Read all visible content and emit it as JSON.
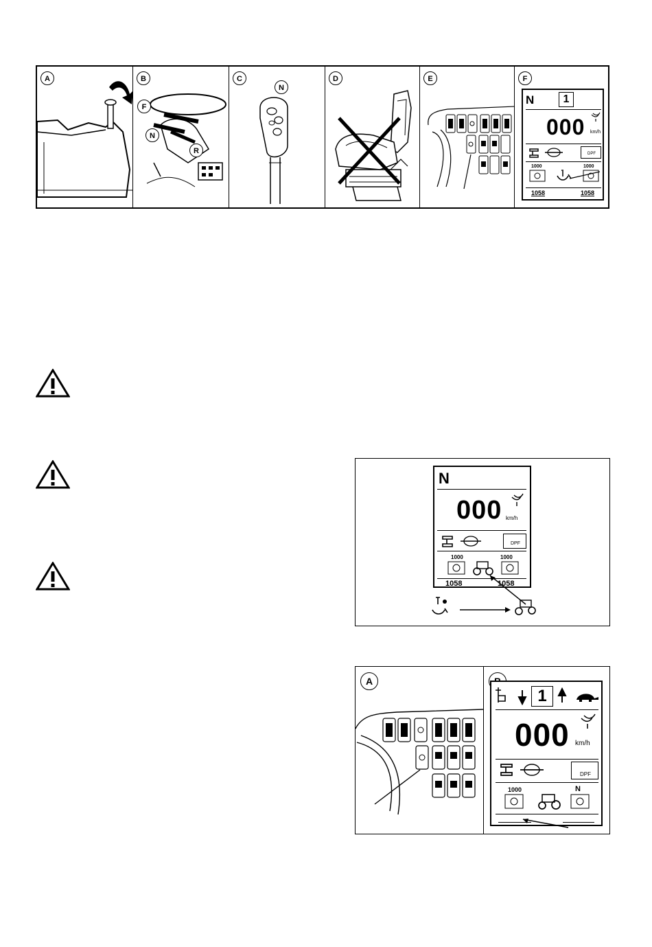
{
  "strip": {
    "panels": [
      "A",
      "B",
      "C",
      "D",
      "E",
      "F"
    ],
    "panel_b_labels": {
      "f": "F",
      "n": "N",
      "r": "R"
    },
    "panel_c_label": "N",
    "display_f": {
      "gear_mode": "N",
      "gear_number": "1",
      "speed": "000",
      "speed_unit": "km/h",
      "dpf": "DPF",
      "pto_left": "1000",
      "pto_right": "1000",
      "rpm_left": "1058",
      "rpm_right": "1058"
    }
  },
  "middle_display": {
    "gear_mode": "N",
    "speed": "000",
    "speed_unit": "km/h",
    "dpf": "DPF",
    "pto_left": "1000",
    "pto_right": "1000",
    "rpm_left": "1058",
    "rpm_right": "1058"
  },
  "bottom_figure": {
    "label_a": "A",
    "label_b": "B",
    "display": {
      "gear_number": "1",
      "speed": "000",
      "speed_unit": "km/h",
      "dpf": "DPF",
      "pto_left": "1000",
      "pto_right": "N"
    }
  }
}
